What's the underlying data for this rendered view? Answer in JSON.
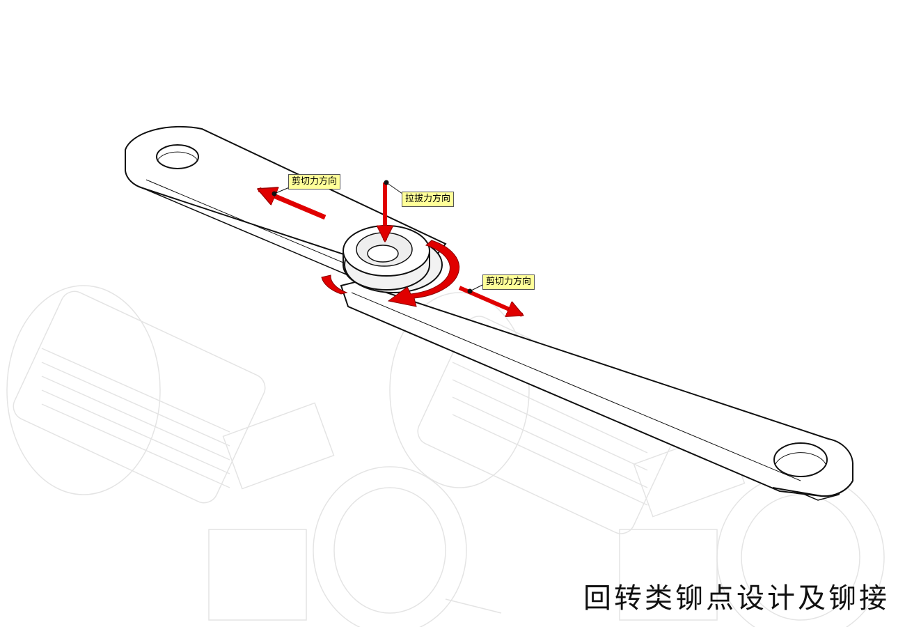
{
  "labels": {
    "shear_top": "剪切力方向",
    "pull": "拉拔力方向",
    "shear_right": "剪切力方向"
  },
  "title": "回转类铆点设计及铆接",
  "colors": {
    "arrow": "#e00000",
    "callout_bg": "#ffff99",
    "line": "#111111",
    "ghost": "#e6e6e6"
  },
  "icons": [
    "rivet-icon",
    "rotation-arrow-icon",
    "force-arrow-icon"
  ]
}
